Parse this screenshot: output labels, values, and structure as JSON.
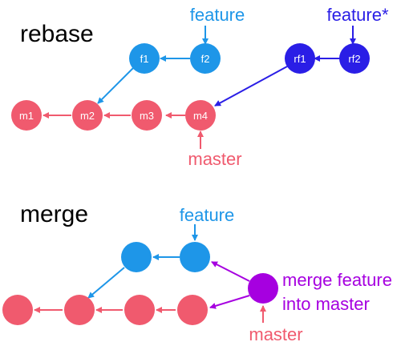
{
  "colors": {
    "feature": "#1e96e8",
    "rebased": "#2a1ee6",
    "master": "#f05a6e",
    "merge": "#a600e0",
    "title": "#000000"
  },
  "rebase": {
    "title": "rebase",
    "feature_label": "feature",
    "rebased_label": "feature*",
    "master_label": "master",
    "nodes": {
      "m1": "m1",
      "m2": "m2",
      "m3": "m3",
      "m4": "m4",
      "f1": "f1",
      "f2": "f2",
      "rf1": "rf1",
      "rf2": "rf2"
    }
  },
  "merge": {
    "title": "merge",
    "feature_label": "feature",
    "master_label": "master",
    "merge_label_line1": "merge feature",
    "merge_label_line2": "into master"
  }
}
